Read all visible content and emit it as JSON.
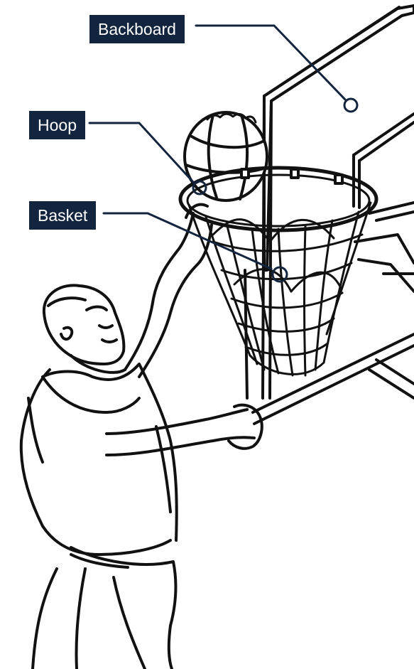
{
  "labels": {
    "backboard": "Backboard",
    "hoop": "Hoop",
    "basket": "Basket"
  },
  "colors": {
    "label_bg": "#13243f",
    "label_text": "#ffffff",
    "leader_line": "#13243f",
    "ink": "#111111"
  },
  "illustration": {
    "subject": "basketball-player-dunking",
    "icons": [
      "basketball-icon",
      "backboard-icon",
      "hoop-icon",
      "net-icon",
      "player-icon"
    ]
  }
}
